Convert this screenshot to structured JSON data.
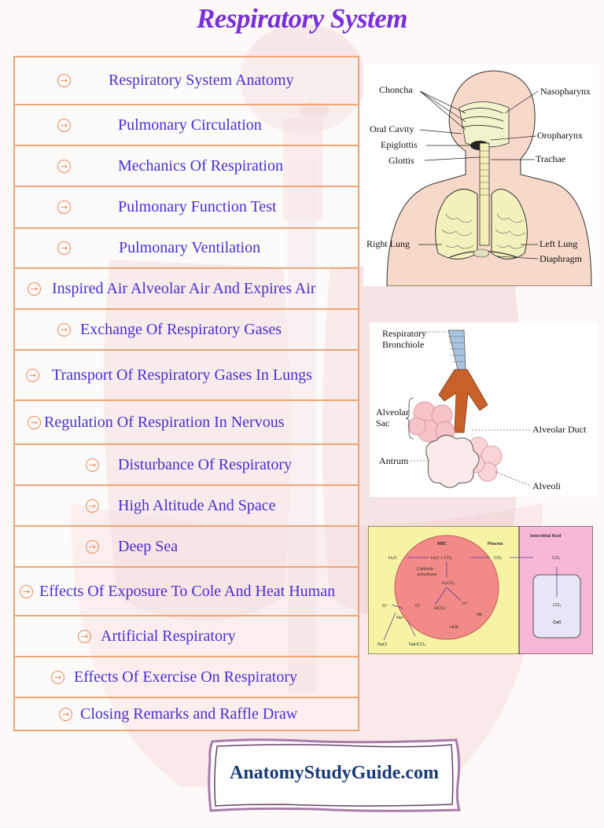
{
  "title": "Respiratory System",
  "menu": [
    {
      "label": "Respiratory System Anatomy"
    },
    {
      "label": "Pulmonary Circulation"
    },
    {
      "label": "Mechanics Of Respiration"
    },
    {
      "label": "Pulmonary Function Test"
    },
    {
      "label": "Pulmonary Ventilation"
    },
    {
      "label": "Inspired Air Alveolar Air And Expires Air"
    },
    {
      "label": "Exchange Of Respiratory Gases"
    },
    {
      "label": "Transport Of Respiratory Gases In Lungs"
    },
    {
      "label": "Regulation Of Respiration In Nervous"
    },
    {
      "label": "Disturbance Of Respiratory"
    },
    {
      "label": "High Altitude And Space"
    },
    {
      "label": "Deep Sea"
    },
    {
      "label": "Effects Of Exposure To Cole And Heat Human"
    },
    {
      "label": "Artificial Respiratory"
    },
    {
      "label": "Effects Of Exercise On Respiratory"
    },
    {
      "label": "Closing Remarks and Raffle Draw"
    }
  ],
  "diagram_anatomy": {
    "labels": {
      "choncha": "Choncha",
      "nasopharynx": "Nasopharynx",
      "oral_cavity": "Oral Cavity",
      "oropharynx": "Oropharynx",
      "epiglottis": "Epiglottis",
      "glottis": "Glottis",
      "trachae": "Trachae",
      "right_lung": "Right Lung",
      "left_lung": "Left Lung",
      "diaphragm": "Diaphragm"
    }
  },
  "diagram_alveoli": {
    "labels": {
      "respiratory": "Respiratory",
      "bronchiole": "Bronchiole",
      "alveolar": "Alveolar",
      "sac": "Sac",
      "alveolar_duct": "Alveolar Duct",
      "antrum": "Antrum",
      "alveoli": "Alveoli"
    }
  },
  "diagram_transport": {
    "labels": {
      "rbc": "RBC",
      "plasma": "Plasma",
      "interstitial_fluid": "Interstitial fluid",
      "h2o": "H₂O",
      "h2o_co2": "H₂O + CO₂",
      "co2_plasma": "CO₂",
      "co2_fluid": "CO₂",
      "carbonic": "Carbonic",
      "anhydrase": "anhydrase",
      "h2co3": "H₂CO₃",
      "cl_out": "Cl⁻",
      "cl_in": "Cl⁻",
      "hco3": "HCO₃⁻",
      "h_plus": "H⁺",
      "hb": "Hb",
      "hhb": "HHb",
      "na_plus": "Na⁺",
      "nacl": "NaCl",
      "nahco3": "NaHCO₃",
      "co2_cell": "CO₂",
      "cell": "Cell"
    }
  },
  "banner": {
    "text": "AnatomyStudyGuide.com"
  },
  "colors": {
    "title": "#7a2fd8",
    "menu_text": "#4a2fd0",
    "menu_border": "#f0a574",
    "arrow": "#f08a5a",
    "banner_text": "#1b3a78"
  }
}
